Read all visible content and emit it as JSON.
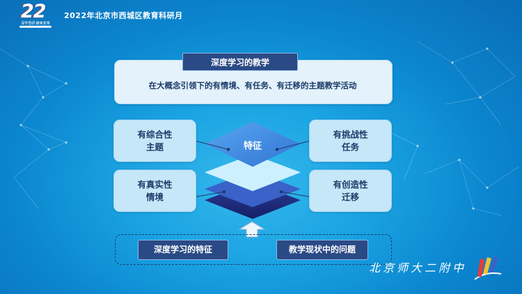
{
  "header": {
    "logo_number": "22",
    "logo_tagline": "深学悟研·聚焦变革",
    "title": "2022年北京市西城区教育科研月"
  },
  "diagram": {
    "top_tab": "深度学习的教学",
    "top_subtitle": "在大概念引领下的有情境、有任务、有迁移的主题教学活动",
    "center_label": "特征",
    "features": {
      "top_left": "有综合性\n主题",
      "bottom_left": "有真实性\n情境",
      "top_right": "有挑战性\n任务",
      "bottom_right": "有创造性\n迁移"
    },
    "bottom_left": "深度学习的特征",
    "bottom_right": "教学现状中的问题"
  },
  "footer": {
    "school_name": "北京师大二附中"
  },
  "colors": {
    "background": "#1aa3e2",
    "box_fill": "#c5e7f7",
    "dark_navy": "#2a4a86",
    "text_dark": "#1d3c6a",
    "layer_colors": [
      "#3f8fe6",
      "#cdf0ff",
      "#3a62c9",
      "#1f2a7c"
    ]
  }
}
